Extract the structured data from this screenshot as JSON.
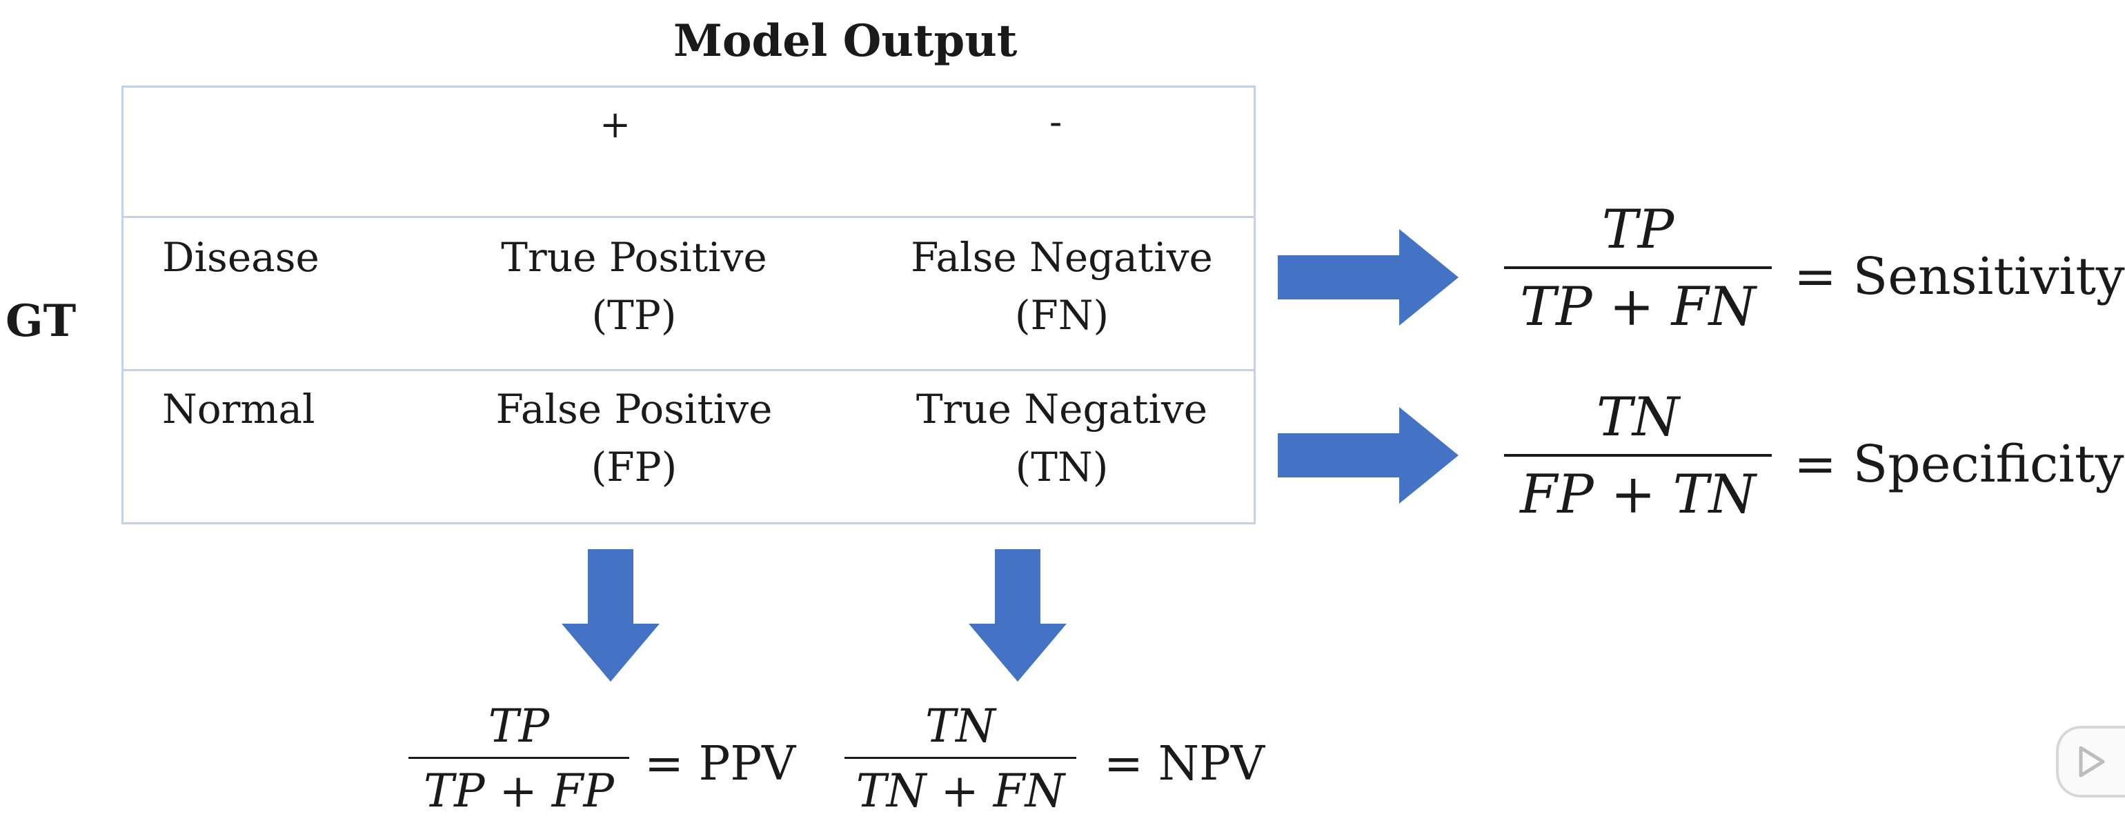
{
  "header": {
    "model_output": "Model Output",
    "gt": "GT"
  },
  "table": {
    "columns": [
      "+",
      "-"
    ],
    "rows": [
      {
        "label": "Disease",
        "cells": [
          {
            "line1": "True Positive",
            "line2": "(TP)"
          },
          {
            "line1": "False Negative",
            "line2": "(FN)"
          }
        ]
      },
      {
        "label": "Normal",
        "cells": [
          {
            "line1": "False Positive",
            "line2": "(FP)"
          },
          {
            "line1": "True Negative",
            "line2": "(TN)"
          }
        ]
      }
    ]
  },
  "formulas": {
    "sensitivity": {
      "numerator": "TP",
      "denominator": "TP + FN",
      "equals": "= Sensitivity"
    },
    "specificity": {
      "numerator": "TN",
      "denominator": "FP + TN",
      "equals": "= Specificity"
    },
    "ppv": {
      "numerator": "TP",
      "denominator": "TP + FP",
      "equals": "= PPV"
    },
    "npv": {
      "numerator": "TN",
      "denominator": "TN + FN",
      "equals": "= NPV"
    }
  },
  "colors": {
    "arrow": "#4472c4",
    "table_border": "#c2d2ee",
    "text": "#1a1a1a"
  },
  "icons": {
    "corner_widget": "video-player-widget-icon"
  }
}
